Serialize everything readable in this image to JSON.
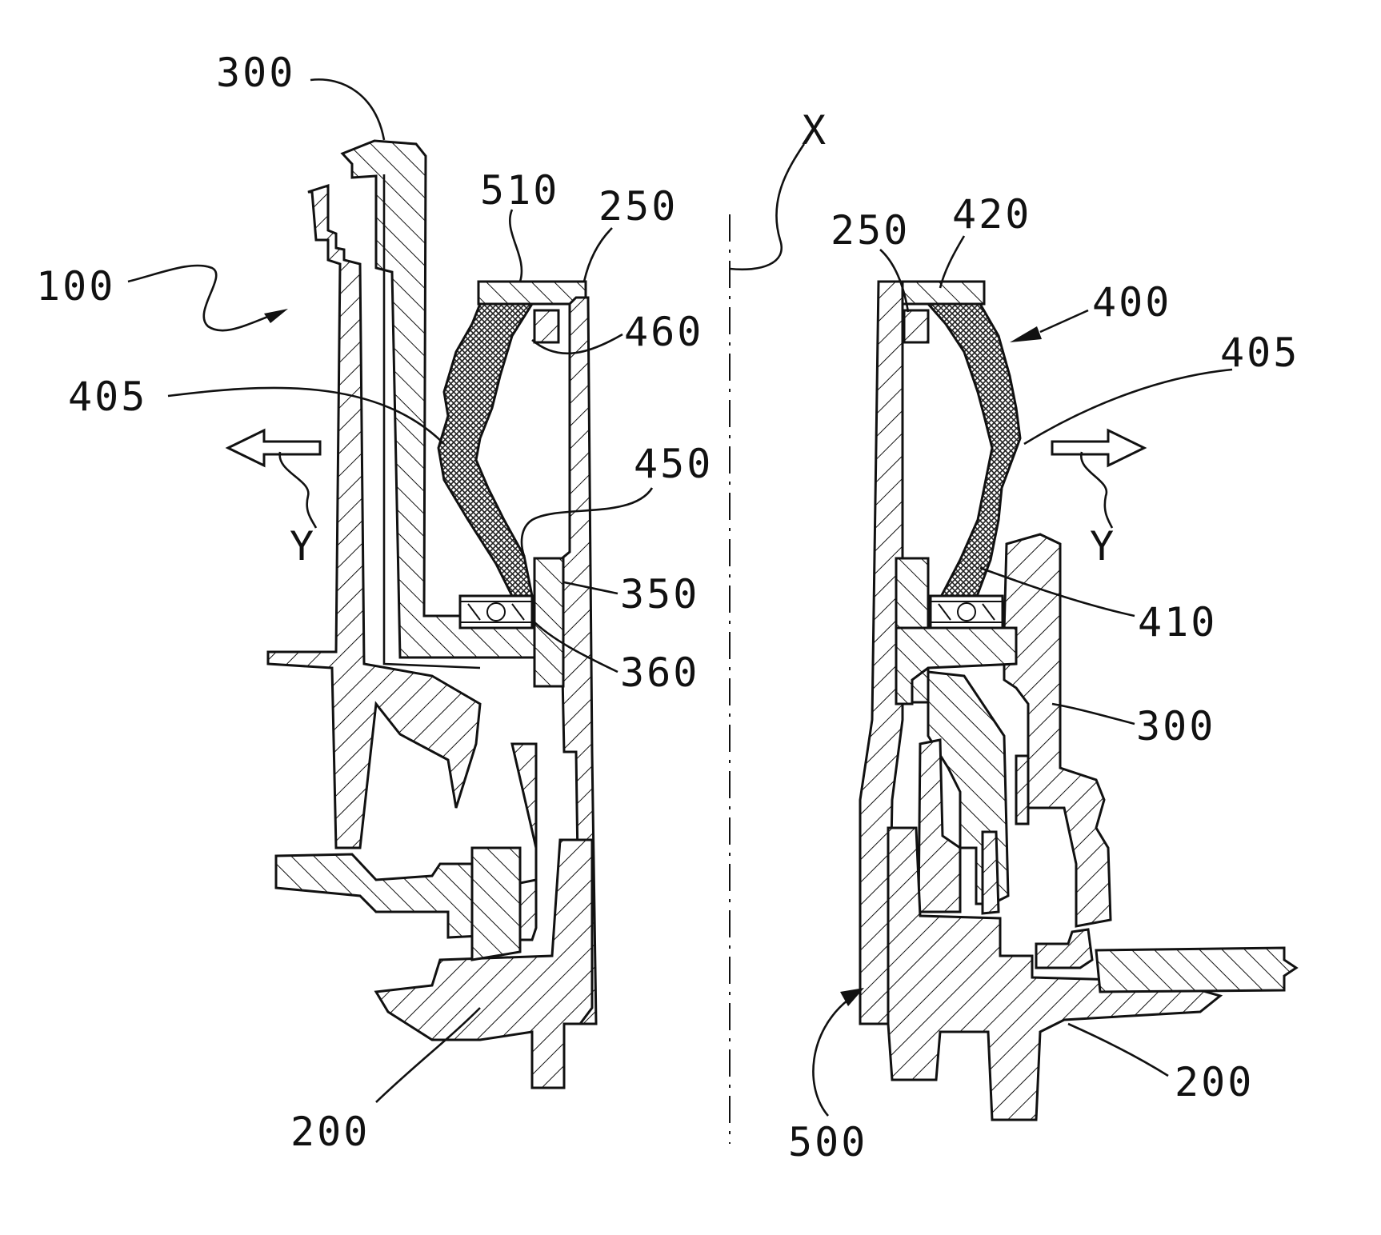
{
  "figure": {
    "axis_label": "X",
    "direction_label_left": "Y",
    "direction_label_right": "Y",
    "labels_left": {
      "housing_top": "300",
      "assembly": "100",
      "ring_510": "510",
      "plate_250": "250",
      "membrane_405": "405",
      "bracket_460": "460",
      "bracket_450": "450",
      "hub_350": "350",
      "bearing_360": "360",
      "shaft_200": "200"
    },
    "labels_right": {
      "plate_250": "250",
      "seat_420": "420",
      "unit_400": "400",
      "membrane_405": "405",
      "bearing_410": "410",
      "housing_300": "300",
      "shaft_200": "200",
      "rotor_500": "500"
    }
  }
}
